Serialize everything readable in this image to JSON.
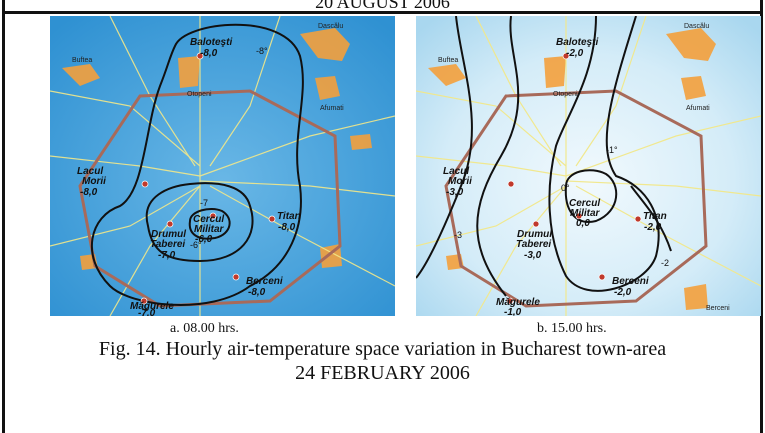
{
  "top_caption": "20 AUGUST 2006",
  "figure": {
    "caption": "Fig. 14. Hourly air-temperature space variation in Bucharest town-area",
    "date": "24 FEBRUARY 2006"
  },
  "map_a": {
    "sublabel": "a. 08.00 hrs.",
    "stations": {
      "balotesti": {
        "name": "Baloteşti",
        "value": "-8,0"
      },
      "lacul_morii": {
        "name_line1": "Lacul",
        "name_line2": "Morii",
        "value": "-8,0"
      },
      "titan": {
        "name": "Titan",
        "value": "-8,0"
      },
      "cercul_militar": {
        "name_line1": "Cercul",
        "name_line2": "Militar",
        "value": "-6,0"
      },
      "drumul_taberei": {
        "name_line1": "Drumul",
        "name_line2": "Taberei",
        "value": "-7,0"
      },
      "berceni": {
        "name": "Berceni",
        "value": "-8,0"
      },
      "magurele": {
        "name": "Măgurele",
        "value": "-7,0"
      }
    },
    "places": {
      "dascalu": "Dascălu",
      "buftea": "Buftea",
      "otopeni": "Otopeni",
      "afumati": "Afumati"
    },
    "isotherms": {
      "outer": "-8°",
      "inner": "-7",
      "core": "-6°"
    }
  },
  "map_b": {
    "sublabel": "b. 15.00 hrs.",
    "stations": {
      "balotesti": {
        "name": "Baloteşti",
        "value": "-2,0"
      },
      "lacul_morii": {
        "name_line1": "Lacul",
        "name_line2": "Morii",
        "value": "-3,0"
      },
      "titan": {
        "name": "Titan",
        "value": "-2,0"
      },
      "cercul_militar": {
        "name_line1": "Cercul",
        "name_line2": "Militar",
        "value": "0,0"
      },
      "drumul_taberei": {
        "name_line1": "Drumul",
        "name_line2": "Taberei",
        "value": "-3,0"
      },
      "berceni": {
        "name": "Berceni",
        "value": "-2,0"
      },
      "magurele": {
        "name": "Măgurele",
        "value": "-1,0"
      }
    },
    "places": {
      "dascalu": "Dascălu",
      "buftea": "Buftea",
      "otopeni": "Otopeni",
      "afumati": "Afumati",
      "berceni_town": "Berceni"
    },
    "isotherms": {
      "outer": "-3",
      "mid": "-2",
      "inner": "-1°",
      "core": "0°"
    }
  },
  "colors": {
    "map_a_water": "#3a9fdc",
    "map_b_water": "#bfe3f3",
    "ring_road": "#a86a5a",
    "urban_orange": "#f4a03c",
    "roads": "#f2e88a",
    "isotherm": "#111111",
    "station_dot": "#c0392b"
  }
}
